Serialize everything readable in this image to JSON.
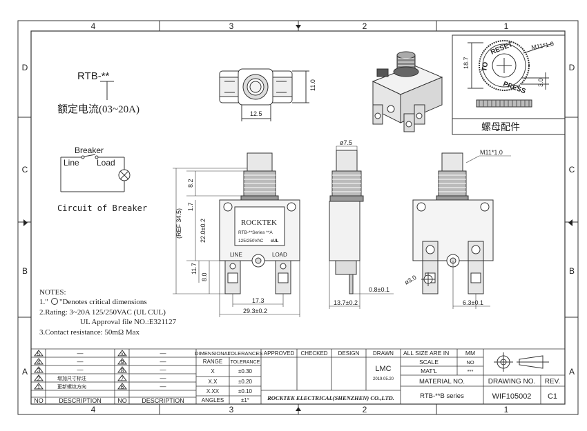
{
  "frame": {
    "top_cols": [
      "4",
      "3",
      "2",
      "1"
    ],
    "bottom_cols": [
      "4",
      "3",
      "2",
      "1"
    ],
    "rows": [
      "D",
      "C",
      "B",
      "A"
    ]
  },
  "model_label": {
    "code": "RTB-**",
    "rated_current": "额定电流(03~20A)"
  },
  "schematic": {
    "breaker": "Breaker",
    "line": "Line",
    "load": "Load",
    "caption": "Circuit of Breaker"
  },
  "top_view": {
    "width": "12.5",
    "height": "11.0"
  },
  "nut_detail": {
    "thread": "M11*1.0",
    "height": "18.7",
    "thickness": "3.0",
    "reset": "RESET",
    "press": "PRESS",
    "to": "TO",
    "caption": "螺母配件"
  },
  "front_view": {
    "brand": "ROCKTEK",
    "series": "RTB-**Series  **A",
    "rating": "125/250VAC",
    "cert": "cUL",
    "line": "LINE",
    "load": "LOAD",
    "dim_cap": "8.2",
    "dim_ref": "(REF 34.5)",
    "dim_collar": "1.7",
    "dim_body": "22.0±0.2",
    "dim_term_a": "11.7",
    "dim_term_b": "8.0",
    "dim_pitch": "17.3",
    "dim_width": "29.3±0.2"
  },
  "side_view": {
    "dim_dia": "ø7.5",
    "dim_tab": "0.8±0.1",
    "dim_depth": "13.7±0.2"
  },
  "rear_view": {
    "thread": "M11*1.0",
    "dim_hole": "ø3.0",
    "dim_offset": "6.3±0.1"
  },
  "notes": {
    "title": "NOTES:",
    "n1_pre": "1.\"",
    "n1_post": "\"Denotes critical dimensions",
    "n2": "2.Rating: 3~20A 125/250VAC (UL CUL)",
    "n2b": "UL Approval file NO.:E321127",
    "n3": "3.Contact resistance: 50mΩ  Max"
  },
  "revisions": {
    "left": [
      {
        "no": "5",
        "desc": "—"
      },
      {
        "no": "4",
        "desc": "—"
      },
      {
        "no": "3",
        "desc": "—"
      },
      {
        "no": "2",
        "desc": "增加尺寸标注"
      },
      {
        "no": "1",
        "desc": "更新螺纹方向"
      }
    ],
    "right": [
      {
        "no": "10",
        "desc": "—"
      },
      {
        "no": "9",
        "desc": "—"
      },
      {
        "no": "8",
        "desc": "—"
      },
      {
        "no": "7",
        "desc": "—"
      },
      {
        "no": "6",
        "desc": "—"
      }
    ],
    "hdr_no": "NO",
    "hdr_desc": "DESCRIPTION"
  },
  "tolerance": {
    "h1": "DIMENSIONAL",
    "h2": "TOLERANCES",
    "range": "RANGE",
    "tol": "TOLERANCE",
    "rows": [
      {
        "range": "X",
        "tol": "±0.30"
      },
      {
        "range": "X.X",
        "tol": "±0.20"
      },
      {
        "range": "X.XX",
        "tol": "±0.10"
      },
      {
        "range": "ANGLES",
        "tol": "±1°"
      }
    ]
  },
  "approval": {
    "approved": "APPROVED",
    "checked": "CHECKED",
    "design": "DESIGN",
    "drawn": "DRAWN",
    "drawn_by": "LMC",
    "date": "2019.05.20",
    "company": "ROCKTEK ELECTRICAL(SHENZHEN) CO.,LTD."
  },
  "title_block": {
    "size_label": "ALL SIZE ARE IN",
    "size_value": "MM",
    "scale_label": "SCALE",
    "scale_value": "NO",
    "mat_label": "MAT'L",
    "mat_value": "***",
    "material_no": "MATERIAL NO.",
    "material_value": "RTB-**B series",
    "drawing_no_label": "DRAWING NO.",
    "drawing_no": "WIF105002",
    "rev_label": "REV.",
    "rev": "C1"
  }
}
